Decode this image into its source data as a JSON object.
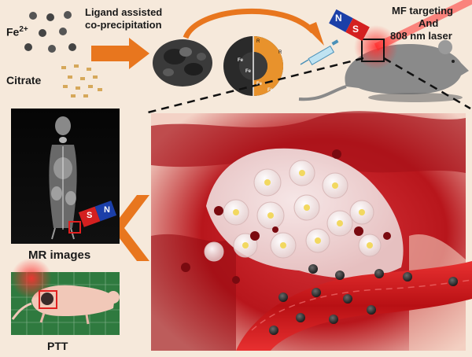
{
  "synthesis": {
    "fe_label": "Fe",
    "fe_charge": "2+",
    "citrate_label": "Citrate",
    "method_line1": "Ligand assisted",
    "method_line2": "co-precipitation",
    "particle_atom_labels": [
      "Fe",
      "Fe",
      "Fe",
      "Fe"
    ],
    "ligand_atoms": [
      "R",
      "O",
      "O",
      "R",
      "O",
      "O"
    ]
  },
  "targeting": {
    "line1": "MF targeting",
    "line2": "And",
    "line3": "808 nm laser",
    "magnet_n": "N",
    "magnet_s": "S"
  },
  "imaging": {
    "mr_label": "MR images",
    "magnet_s": "S",
    "magnet_n": "N"
  },
  "therapy": {
    "ptt_label": "PTT"
  },
  "colors": {
    "background": "#f6e9db",
    "arrow_orange": "#e8761e",
    "magnet_red": "#d42020",
    "magnet_blue": "#1b3fa8",
    "tissue_red": "#c0141a",
    "vessel_red": "#d01818"
  }
}
